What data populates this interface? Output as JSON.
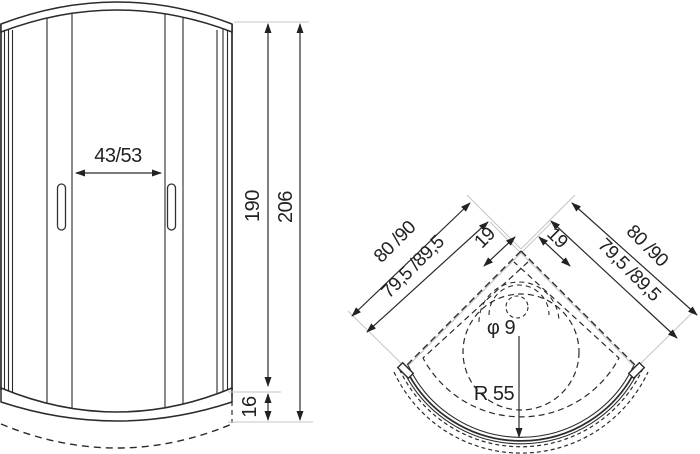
{
  "title": "shower-enclosure-dimension-drawing",
  "front_view": {
    "door_opening": "43/53",
    "glass_height": "190",
    "total_height": "206",
    "tray_height": "16"
  },
  "top_view": {
    "left_side_outer": "80 /90",
    "left_side_inner": "79,5 /89,5",
    "right_side_outer": "80 /90",
    "right_side_inner": "79,5 /89,5",
    "left_corner_offset": "19",
    "right_corner_offset": "19",
    "drain_diameter": "φ 9",
    "front_radius": "R 55"
  },
  "colors": {
    "line": "#2b2b2b",
    "dimension": "#222222",
    "extension": "#c5c5c5",
    "background": "#ffffff"
  }
}
